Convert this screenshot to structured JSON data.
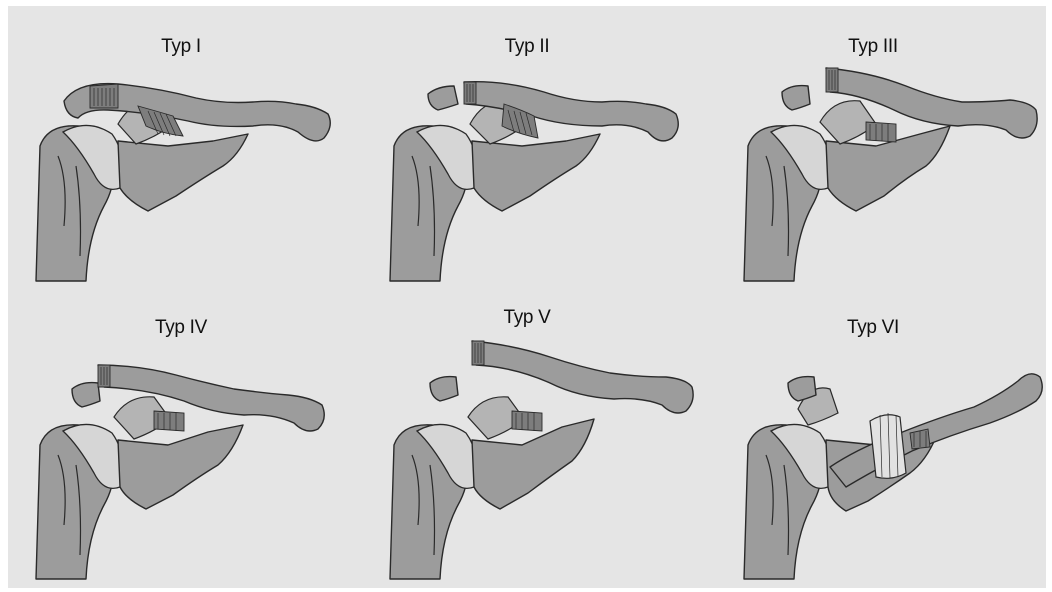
{
  "figure": {
    "background": "#e5e5e5",
    "panels": [
      {
        "label": "Typ I"
      },
      {
        "label": "Typ II"
      },
      {
        "label": "Typ III"
      },
      {
        "label": "Typ IV"
      },
      {
        "label": "Typ V"
      },
      {
        "label": "Typ VI"
      }
    ]
  }
}
